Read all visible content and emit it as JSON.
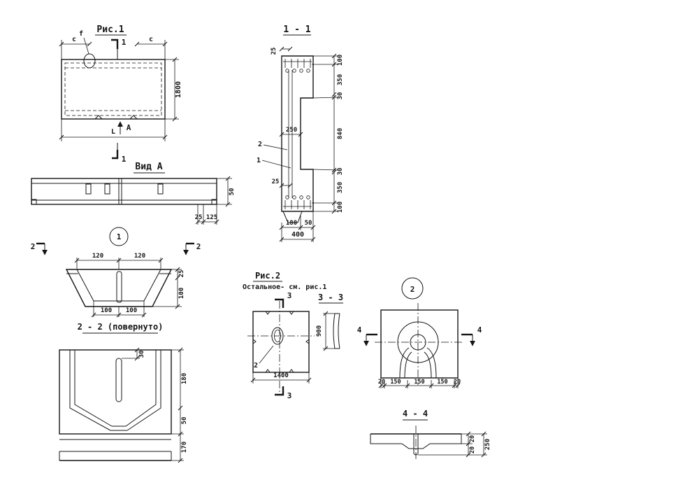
{
  "fig1": {
    "title": "Рис.1",
    "label_f": "f",
    "label_c_left": "c",
    "label_c_right": "c",
    "mark_top": "1",
    "mark_bottom": "1",
    "dim_height": "1800",
    "view_label": "А",
    "dim_length": "L"
  },
  "sec11": {
    "title": "1 - 1",
    "dim_cover_top": "25",
    "dim_cover_bottom": "25",
    "right_dims": [
      "100",
      "350",
      "30",
      "840",
      "30",
      "350",
      "100"
    ],
    "dim_web": "250",
    "rebar_label_2": "2",
    "rebar_label_1": "1",
    "dim_180": "180",
    "dim_50": "50",
    "dim_400": "400"
  },
  "viewA": {
    "title": "Вид А",
    "dim_50": "50",
    "dim_25": "25",
    "dim_125": "125",
    "callout_1": "1",
    "mark_left": "2",
    "mark_right": "2"
  },
  "sec22": {
    "title": "2 - 2 (повернуто)",
    "top_dims": [
      "120",
      "120"
    ],
    "dim_25": "25",
    "dim_100": "100",
    "bottom_dims": [
      "100",
      "100"
    ]
  },
  "bigsec": {
    "dim_30": "30",
    "right_dims": [
      "180",
      "50",
      "170"
    ]
  },
  "fig2": {
    "title": "Рис.2",
    "subtitle": "Остальное- см. рис.1",
    "mark_top": "3",
    "mark_bottom": "3",
    "rebar_label": "2",
    "dim_width": "1400"
  },
  "sec33": {
    "title": "3 - 3",
    "dim_900": "900"
  },
  "detail2": {
    "callout": "2",
    "mark_left": "4",
    "mark_right": "4",
    "bottom_dims": [
      "20",
      "150",
      "150",
      "150",
      "20"
    ]
  },
  "sec44": {
    "title": "4 - 4",
    "dim_20_top": "20",
    "dim_20_bottom": "20",
    "dim_250": "250"
  }
}
